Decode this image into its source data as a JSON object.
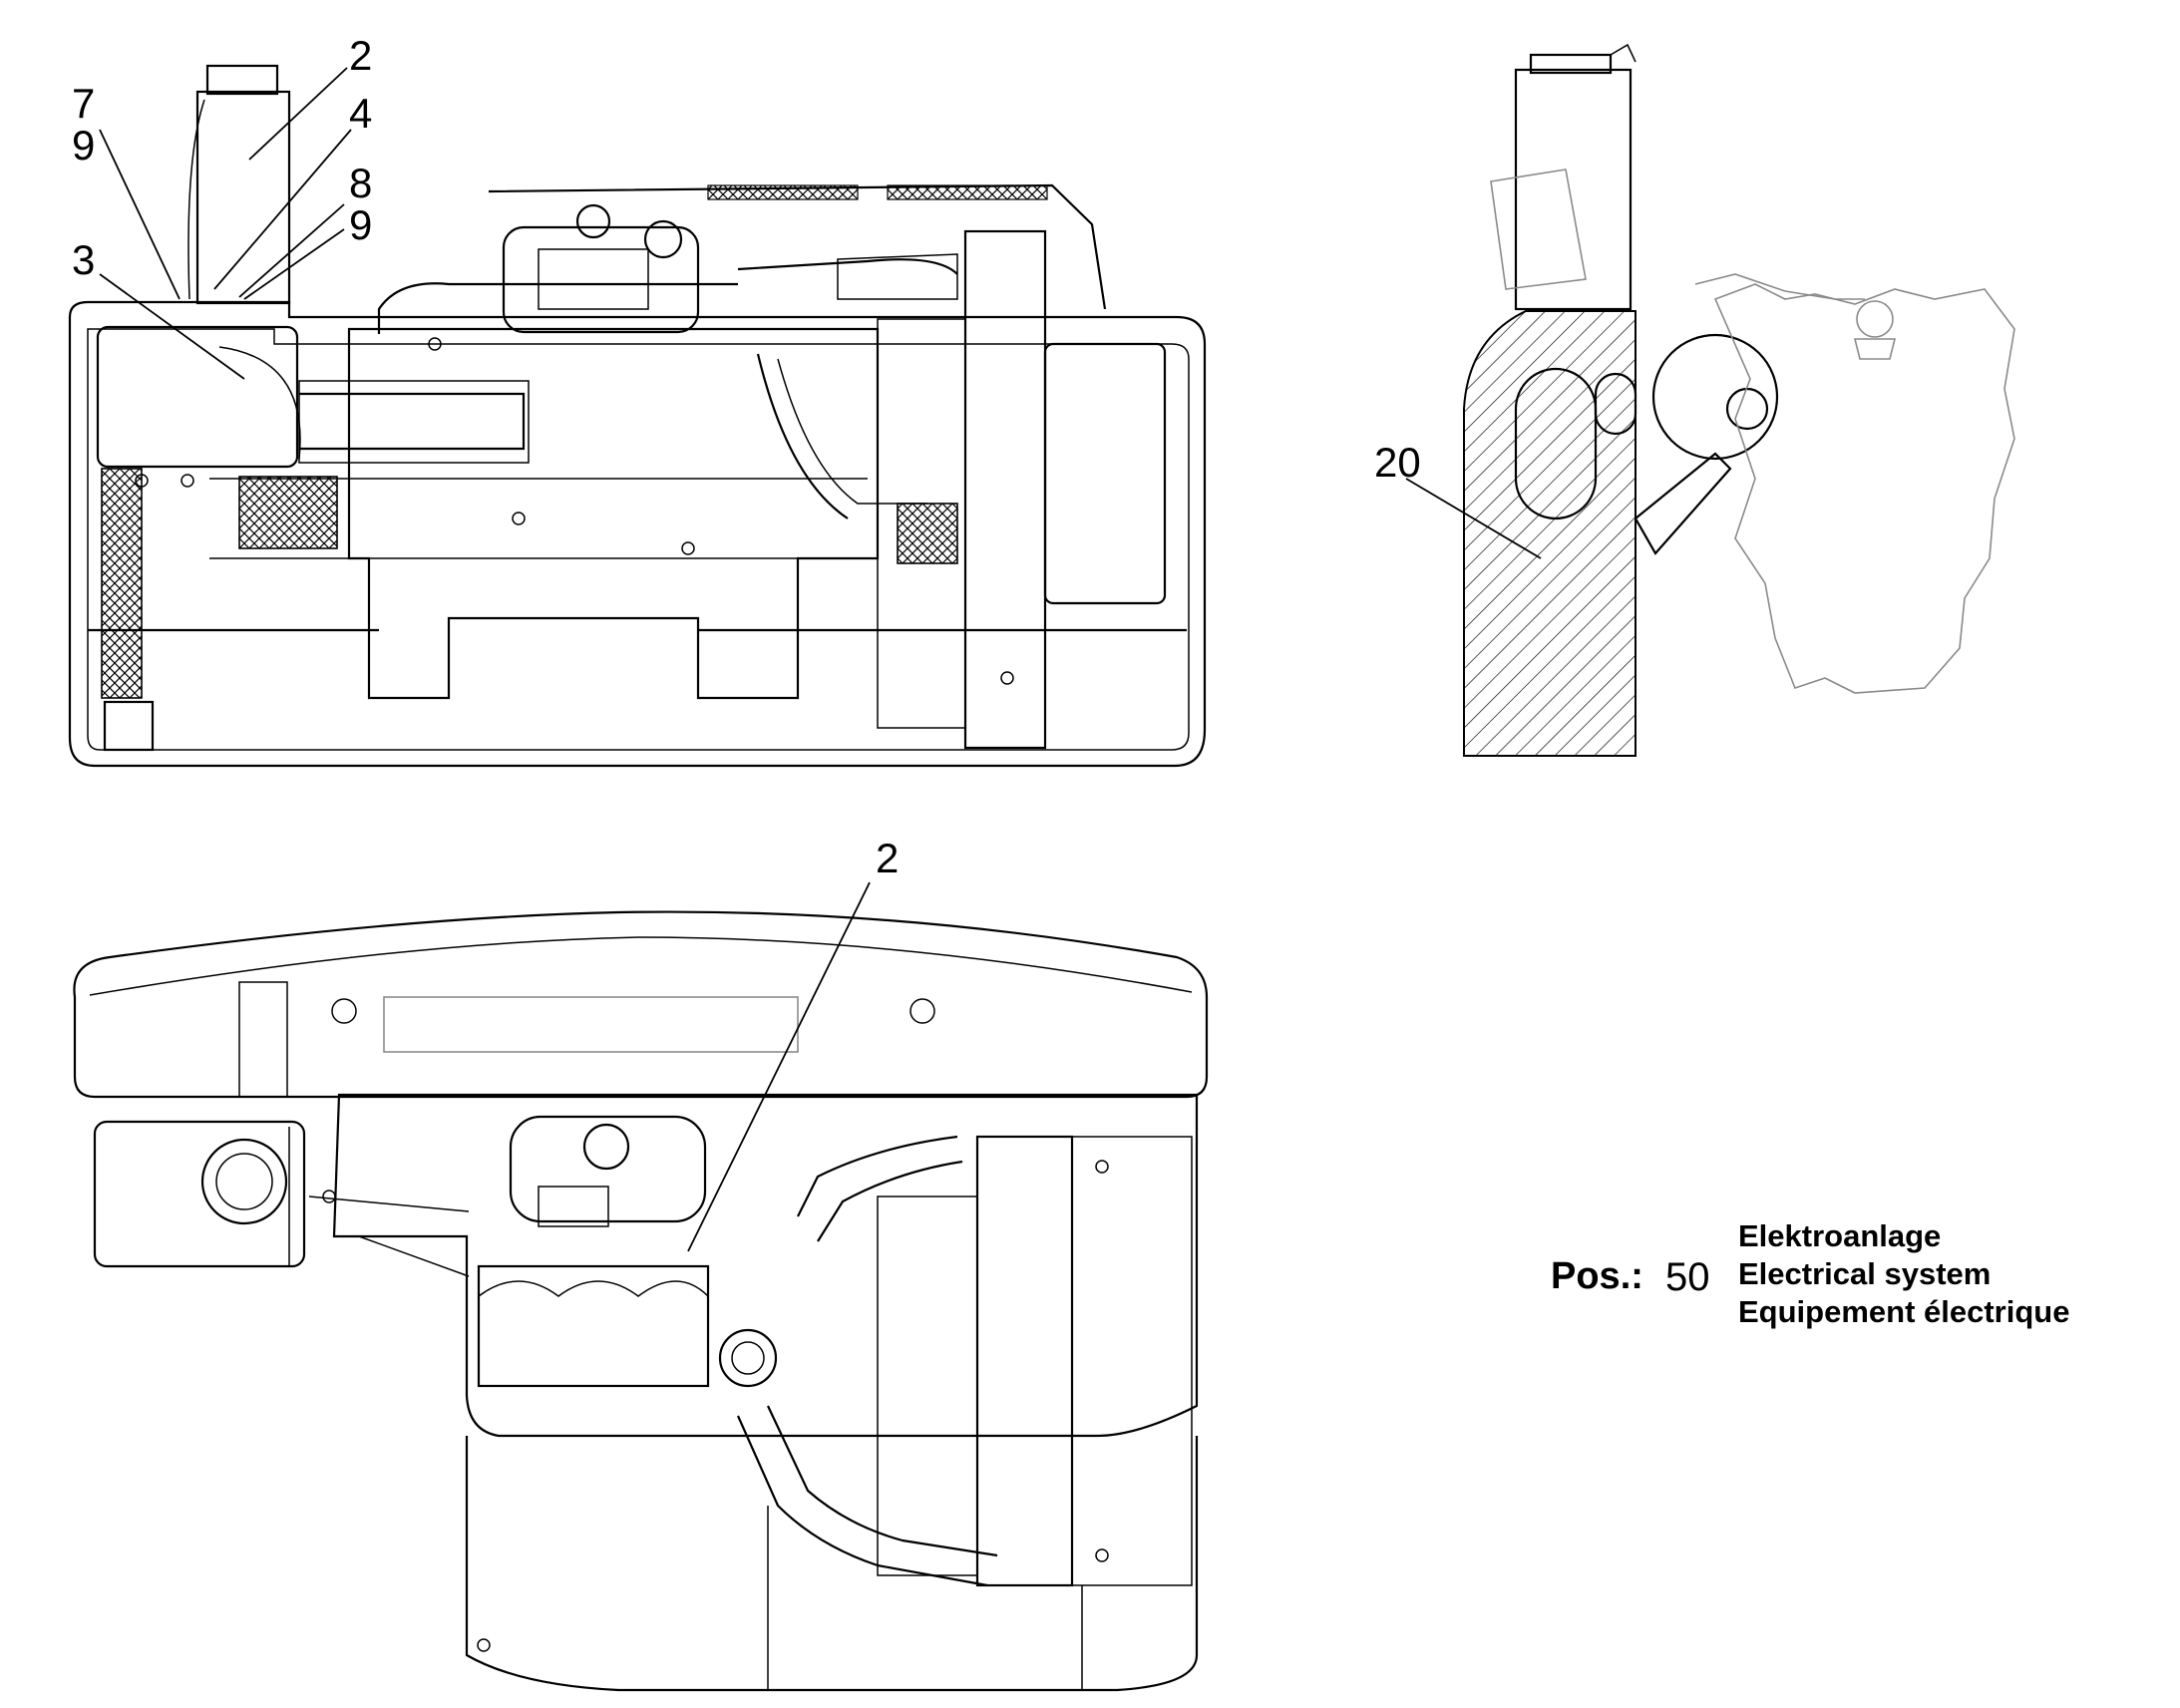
{
  "callouts": {
    "side_view": [
      "2",
      "4",
      "7",
      "9",
      "8",
      "9",
      "3"
    ],
    "front_view": [
      "20"
    ],
    "top_view": [
      "2"
    ]
  },
  "caption": {
    "pos_label": "Pos.:",
    "pos_number": "50",
    "lines": [
      "Elektroanlage",
      "Electrical system",
      "Equipement électrique"
    ]
  }
}
